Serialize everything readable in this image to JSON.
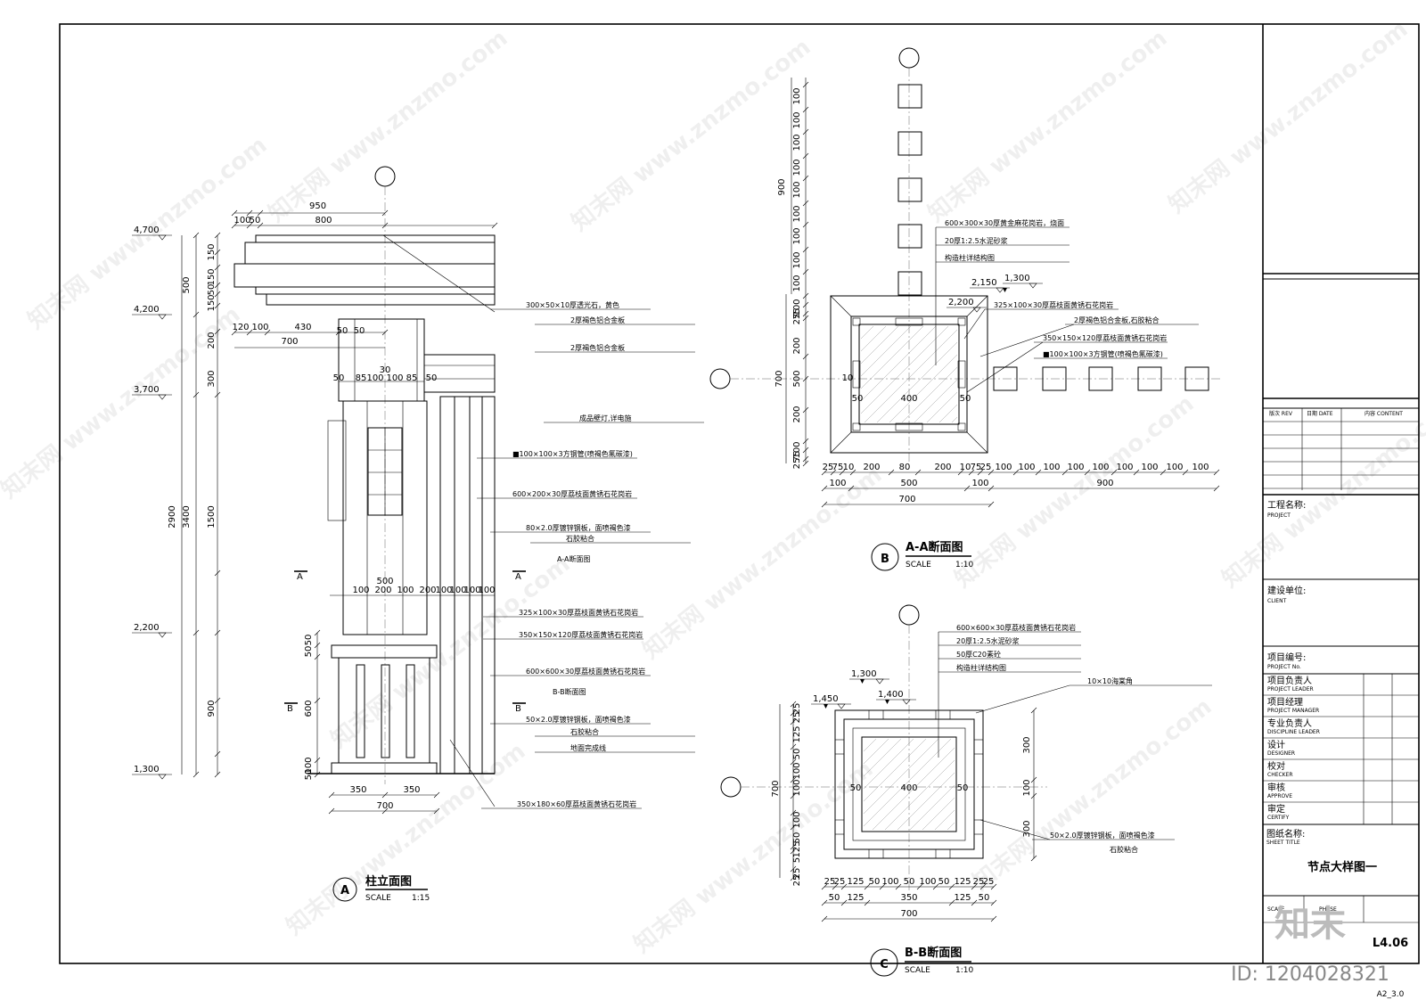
{
  "sheet": {
    "corner_label": "A2_3.0",
    "id_mark": "ID: 1204028321",
    "logo_text": "知末"
  },
  "title_block": {
    "rev": "版次 REV",
    "date": "日期 DATE",
    "content": "内容 CONTENT",
    "project_cn": "工程名称:",
    "project_en": "PROJECT",
    "client_cn": "建设单位:",
    "client_en": "CLIENT",
    "projno_cn": "项目编号:",
    "projno_en": "PROJECT No.",
    "roles": [
      {
        "cn": "项目负责人",
        "en": "PROJECT LEADER"
      },
      {
        "cn": "项目经理",
        "en": "PROJECT MANAGER"
      },
      {
        "cn": "专业负责人",
        "en": "DISCIPLINE LEADER"
      },
      {
        "cn": "设计",
        "en": "DESIGNER"
      },
      {
        "cn": "校对",
        "en": "CHECKER"
      },
      {
        "cn": "审核",
        "en": "APPROVE"
      },
      {
        "cn": "审定",
        "en": "CERTIFY"
      }
    ],
    "sheet_title_cn": "图纸名称:",
    "sheet_title_en": "SHEET TITLE",
    "sheet_title_value": "节点大样图一",
    "scale_label": "SCALE",
    "phase_label": "PHASE",
    "drawing_no": "L4.06"
  },
  "view_a": {
    "marker": "A",
    "title": "柱立面图",
    "scale_label": "SCALE",
    "scale": "1:15",
    "levels": [
      "4,700",
      "4,200",
      "3,700",
      "2,200",
      "1,300"
    ],
    "top_dims": [
      "950",
      "100",
      "50",
      "800"
    ],
    "cap_dims": [
      "120",
      "100",
      "430",
      "700",
      "50",
      "50",
      "30"
    ],
    "mid_dims": [
      "50",
      "85",
      "100",
      "100",
      "85",
      "50"
    ],
    "band_dims": [
      "500",
      "100",
      "200",
      "100",
      "200",
      "100",
      "100",
      "100",
      "100"
    ],
    "left_dims": [
      "150",
      "500",
      "150",
      "50",
      "150",
      "200",
      "300",
      "3400",
      "2900",
      "1500",
      "50",
      "50",
      "600",
      "900",
      "100",
      "50"
    ],
    "bottom_dims": [
      "350",
      "350",
      "700"
    ],
    "section_marks": [
      "A",
      "A",
      "B",
      "B"
    ],
    "notes": [
      "300×50×10厚透光石，黄色",
      "2厚褐色铝合金板",
      "2厚褐色铝合金板",
      "成品壁灯,详电施",
      "■100×100×3方钢管(喷褐色氟碳漆)",
      "600×200×30厚荔枝面黄锈石花岗岩",
      "80×2.0厚镀锌钢板，面喷褐色漆",
      "石胶粘合",
      "A-A断面图",
      "325×100×30厚荔枝面黄锈石花岗岩",
      "350×150×120厚荔枝面黄锈石花岗岩",
      "600×600×30厚荔枝面黄锈石花岗岩",
      "B-B断面图",
      "50×2.0厚镀锌钢板，面喷褐色漆",
      "石胶粘合",
      "地面完成线",
      "350×180×60厚荔枝面黄锈石花岗岩"
    ]
  },
  "view_b": {
    "marker": "B",
    "title": "A-A断面图",
    "scale_label": "SCALE",
    "scale": "1:10",
    "levels": [
      "2,150",
      "2,200",
      "1,300"
    ],
    "left_dims": [
      "100",
      "100",
      "100",
      "100",
      "100",
      "100",
      "100",
      "100",
      "100",
      "900",
      "100",
      "75",
      "25",
      "200",
      "700",
      "500",
      "200",
      "100",
      "75",
      "25"
    ],
    "bottom_row1": [
      "25",
      "75",
      "10",
      "200",
      "80",
      "200",
      "10",
      "75",
      "25",
      "100",
      "100",
      "100",
      "100",
      "100",
      "100",
      "100",
      "100",
      "100"
    ],
    "bottom_row2": [
      "100",
      "500",
      "100",
      "900"
    ],
    "bottom_row3": [
      "700"
    ],
    "inner_dims": [
      "10",
      "50",
      "400",
      "50"
    ],
    "notes": [
      "600×300×30厚黄金麻花岗岩，烧面",
      "20厚1:2.5水泥砂浆",
      "构造柱详结构图",
      "325×100×30厚荔枝面黄锈石花岗岩",
      "2厚褐色铝合金板,石胶粘合",
      "350×150×120厚荔枝面黄锈石花岗岩",
      "■100×100×3方钢管(喷褐色氟碳漆)"
    ]
  },
  "view_c": {
    "marker": "C",
    "title": "B-B断面图",
    "scale_label": "SCALE",
    "scale": "1:10",
    "levels": [
      "1,300",
      "1,450",
      "1,400"
    ],
    "left_dims": [
      "25",
      "25",
      "125",
      "50",
      "100",
      "100",
      "700",
      "100",
      "50",
      "125",
      "5",
      "25",
      "25"
    ],
    "right_dims": [
      "300",
      "100",
      "300"
    ],
    "bottom_row1": [
      "25",
      "25",
      "125",
      "50",
      "100",
      "50",
      "100",
      "50",
      "125",
      "25",
      "25"
    ],
    "bottom_row2": [
      "50",
      "125",
      "350",
      "125",
      "50"
    ],
    "bottom_row3": [
      "700"
    ],
    "inner_dims": [
      "50",
      "400",
      "50"
    ],
    "notes": [
      "600×600×30厚荔枝面黄锈石花岗岩",
      "20厚1:2.5水泥砂浆",
      "50厚C20素砼",
      "构造柱详结构图",
      "10×10海棠角",
      "50×2.0厚镀锌钢板，面喷褐色漆",
      "石胶粘合"
    ]
  },
  "watermark": "知末网 www.znzmo.com"
}
